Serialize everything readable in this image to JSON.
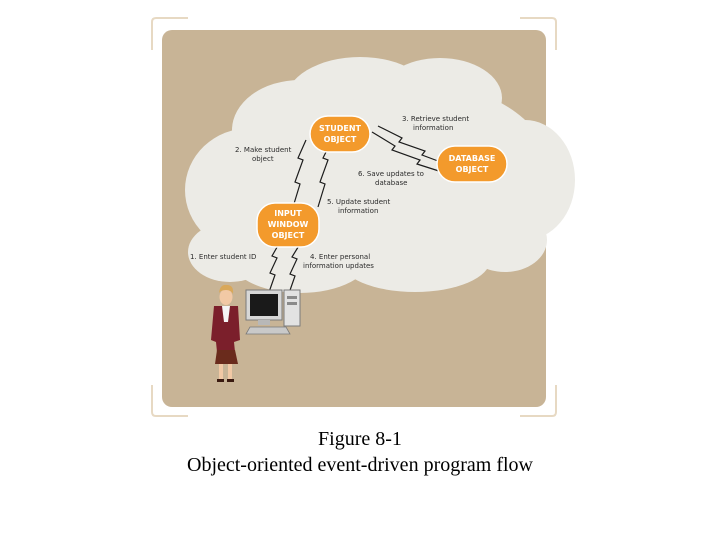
{
  "figure": {
    "title": "Figure 8-1",
    "subtitle": "Object-oriented event-driven program flow"
  },
  "objects": {
    "student": [
      "STUDENT",
      "OBJECT"
    ],
    "database": [
      "DATABASE",
      "OBJECT"
    ],
    "input": [
      "INPUT",
      "WINDOW",
      "OBJECT"
    ]
  },
  "steps": {
    "s1": [
      "1. Enter student ID"
    ],
    "s2": [
      "2. Make student",
      "object"
    ],
    "s3": [
      "3. Retrieve student",
      "information"
    ],
    "s4": [
      "4. Enter personal",
      "information updates"
    ],
    "s5": [
      "5. Update student",
      "information"
    ],
    "s6": [
      "6. Save updates to",
      "database"
    ]
  },
  "colors": {
    "panel": "#c8b496",
    "cloud": "#ecebe6",
    "object_fill": "#f39a2c",
    "bracket": "#e7d9c3",
    "bolt": "#1c1c1c"
  }
}
